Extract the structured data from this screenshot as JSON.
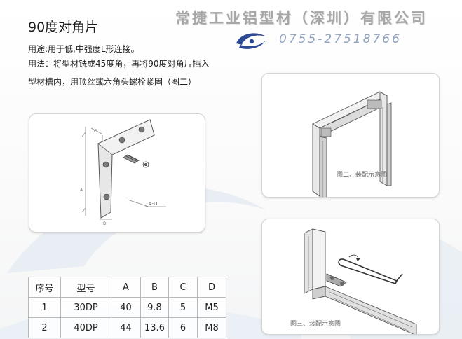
{
  "header": {
    "title": "90度对角片",
    "usage": "用途:用于低,中强度L形连接。",
    "method_line1": "用法：将型材铣成45度角，再将90度对角片插入",
    "method_line2": "型材槽内，用顶丝或六角头螺栓紧固（图二）"
  },
  "company": {
    "name": "常捷工业铝型材（深圳）有限公司",
    "phone": "0755-27518766"
  },
  "figures": {
    "fig2_caption": "图二、装配示意图",
    "fig3_caption": "图三、装配示意图",
    "drawing_label_hole": "4-D"
  },
  "spec_table": {
    "headers": [
      "序号",
      "型号",
      "A",
      "B",
      "C",
      "D"
    ],
    "rows": [
      [
        "1",
        "30DP",
        "40",
        "9.8",
        "5",
        "M5"
      ],
      [
        "2",
        "40DP",
        "44",
        "13.6",
        "6",
        "M8"
      ]
    ]
  },
  "colors": {
    "watermark": "#a7a7a7",
    "phone": "#8fa2c0",
    "logo_blue": "#2c4a93",
    "panel_border": "#d4d4d4"
  },
  "icons": {
    "logo": "company-logo-icon"
  }
}
